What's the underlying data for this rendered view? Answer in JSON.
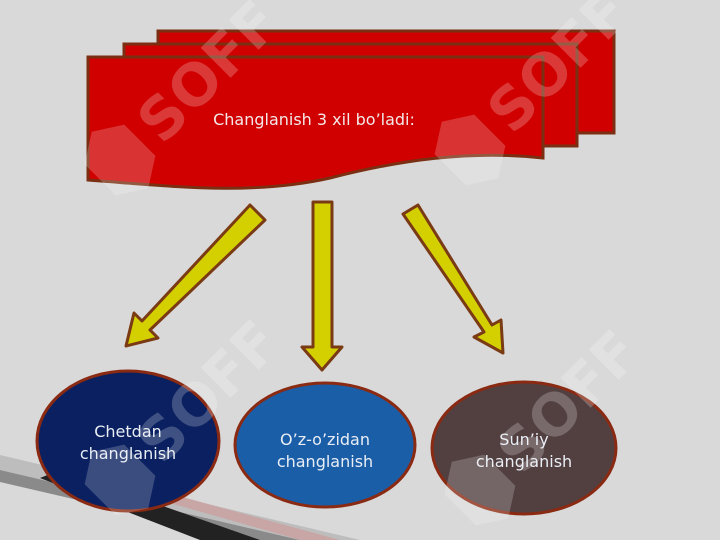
{
  "title": "Changlanish 3 xil bo’ladi:",
  "watermark": "SOFF",
  "nodes": [
    {
      "line1": "Chetdan",
      "line2": "changlanish"
    },
    {
      "line1": "O’z-o’zidan",
      "line2": "changlanish"
    },
    {
      "line1": "Sun’iy",
      "line2": "changlanish"
    }
  ],
  "colors": {
    "background": "#d9d9d9",
    "banner_fill": "#d10000",
    "banner_stroke": "#7a2f12",
    "arrow_fill": "#d4d000",
    "arrow_stroke": "#7a3a14",
    "node1_fill": "#0a2060",
    "node2_fill": "#1a5ea8",
    "node3_fill": "#523f40",
    "node_stroke": "#8b2a12"
  }
}
